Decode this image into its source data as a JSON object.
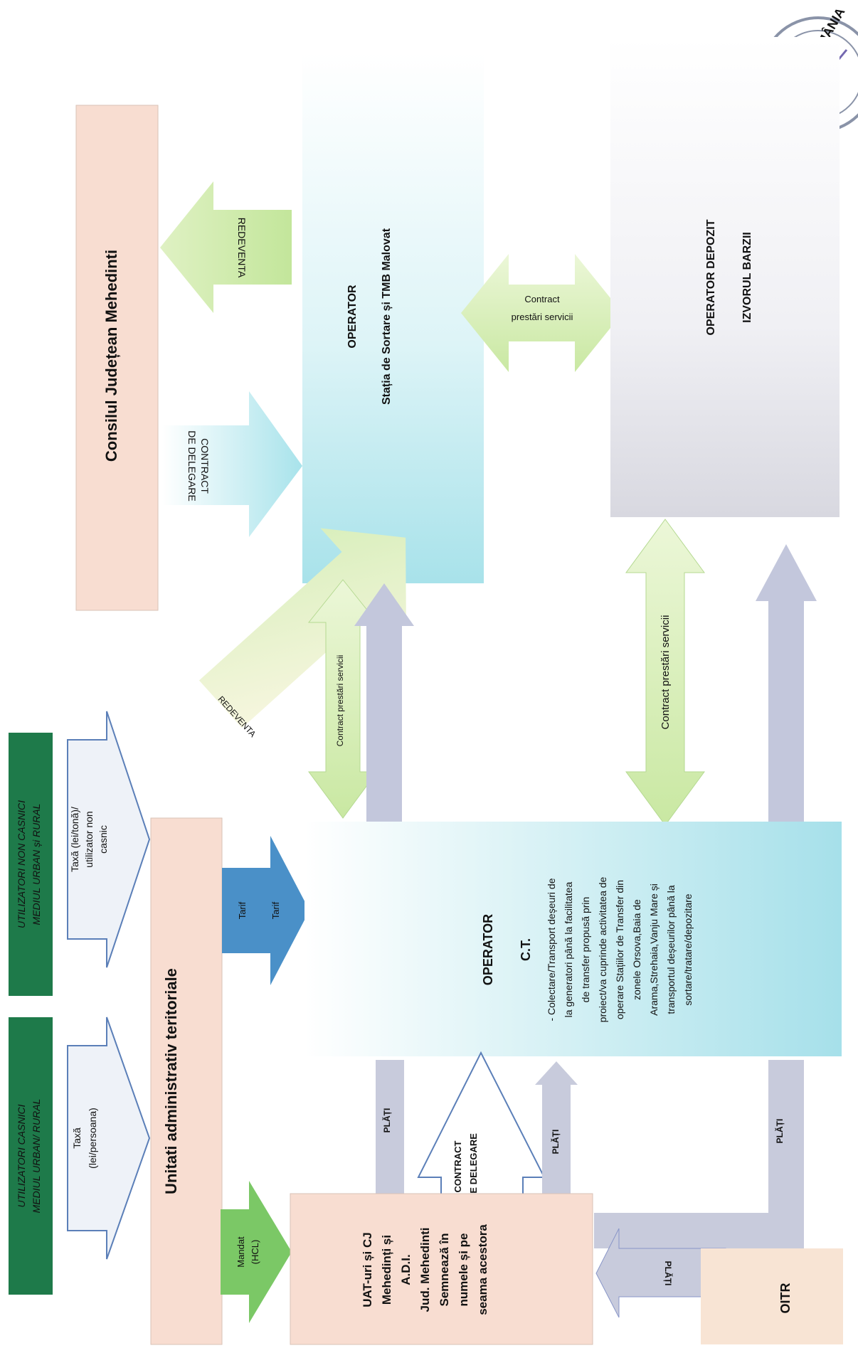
{
  "stamp": {
    "text": "ROMÂNIA"
  },
  "casnici": {
    "line1": "UTILIZATORI CASNICI",
    "line2": "MEDIUL URBAN/ RURAL"
  },
  "noncasnici": {
    "line1": "UTILIZATORI NON CASNICI",
    "line2": "MEDIUL URBAN și RURAL"
  },
  "taxa_persoana": {
    "line1": "Taxă",
    "line2": "(lei/persoana)"
  },
  "taxa_tona": {
    "line1": "Taxă (lei/tonă)/",
    "line2": "utilizator non",
    "line3": "casnic"
  },
  "uat": {
    "title": "Unitati administrativ teritoriale"
  },
  "consiliu": {
    "title": "Consilul Județean Mehedinti"
  },
  "redeventa_top": "REDEVENTA",
  "redeventa_diag": "REDEVENTA",
  "contract_delegare_top": {
    "line1": "CONTRACT",
    "line2": "DE DELEGARE"
  },
  "tmb": {
    "line1": "OPERATOR",
    "line2": "Stația de Sortare  și TMB Malovat"
  },
  "contract_tmb_depozit": {
    "line1": "Contract",
    "line2": "prestări servicii"
  },
  "depozit": {
    "line1": "OPERATOR DEPOZIT",
    "line2": "IZVORUL BARZII"
  },
  "contract_ct_tmb": "Contract prestări servicii",
  "contract_ct_depozit": "Contract prestări  servicii",
  "tarif": {
    "a": "Tarif",
    "b": "Tarif"
  },
  "ct": {
    "line1": "OPERATOR",
    "line2": "C.T.",
    "desc": [
      "- Colectare/Transport deșeuri de",
      "la generatori până la facilitatea",
      "de transfer propusă prin",
      "proiect/va cuprinde activitatea de",
      "operare Stațiilor de Transfer din",
      "zonele  Orsova,Baia de",
      "Arama,Strehaia,Vanju Mare și",
      "transportul deșeurilor până la",
      "sortare/tratare/depozitare"
    ]
  },
  "mandat": {
    "line1": "Mandat",
    "line2": "(HCL)"
  },
  "adi": {
    "lines": [
      "UAT-uri și CJ",
      "Mehedinți și",
      "A.D.I.",
      "Jud. Mehedinti",
      "Semnează în",
      "numele  și pe",
      "seama acestora"
    ]
  },
  "plati": {
    "a": "PLĂȚI",
    "b": "PLĂȚI",
    "c": "PLĂȚI",
    "d": "PLĂȚI"
  },
  "contract_delegare_bottom": {
    "line1": "CONTRACT",
    "line2": "DE DELEGARE"
  },
  "oitr": "OITR"
}
